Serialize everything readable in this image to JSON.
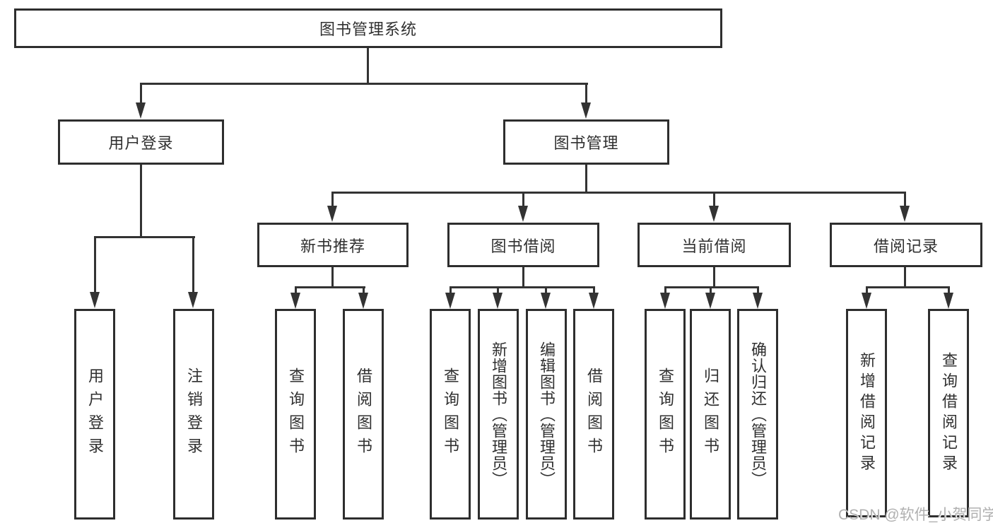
{
  "colors": {
    "line": "#333333",
    "box_border": "#2e2e2e",
    "text": "#303030",
    "watermark": "#b0b0b0",
    "background": "#ffffff"
  },
  "watermark": {
    "text": "CSDN @软件_小贺同学"
  },
  "tree": {
    "root": {
      "label": "图书管理系统",
      "children": [
        {
          "label": "用户登录",
          "children": [
            {
              "label": "用户登录"
            },
            {
              "label": "注销登录"
            }
          ]
        },
        {
          "label": "图书管理",
          "children": [
            {
              "label": "新书推荐",
              "children": [
                {
                  "label": "查询图书"
                },
                {
                  "label": "借阅图书"
                }
              ]
            },
            {
              "label": "图书借阅",
              "children": [
                {
                  "label": "查询图书"
                },
                {
                  "label": "新增图书（管理员）"
                },
                {
                  "label": "编辑图书（管理员）"
                },
                {
                  "label": "借阅图书"
                }
              ]
            },
            {
              "label": "当前借阅",
              "children": [
                {
                  "label": "查询图书"
                },
                {
                  "label": "归还图书"
                },
                {
                  "label": "确认归还（管理员）"
                }
              ]
            },
            {
              "label": "借阅记录",
              "children": [
                {
                  "label": "新增借阅记录"
                },
                {
                  "label": "查询借阅记录"
                }
              ]
            }
          ]
        }
      ]
    }
  }
}
